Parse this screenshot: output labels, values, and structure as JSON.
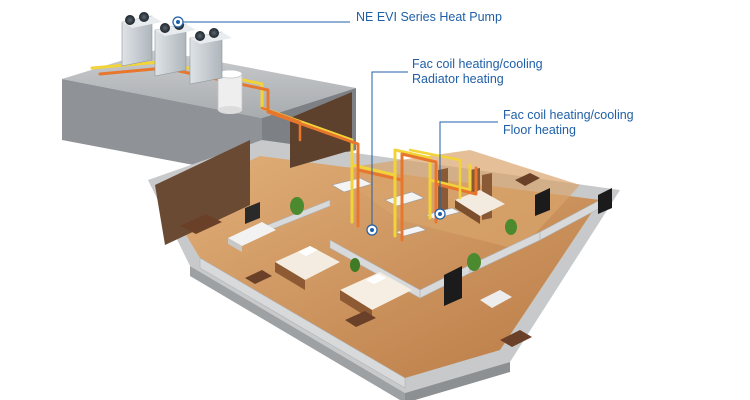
{
  "callouts": {
    "heat_pump": "NE EVI Series Heat Pump",
    "zone1_line1": "Fac coil heating/cooling",
    "zone1_line2": "Radiator heating",
    "zone2_line1": "Fac coil heating/cooling",
    "zone2_line2": "Floor heating"
  },
  "colors": {
    "callout_text": "#1f5fa8",
    "leader_line": "#1f5fa8",
    "hot_pipe": "#e8772e",
    "return_pipe": "#f2d43a",
    "wall": "#b7babc",
    "floor_wood": "#c98e5a",
    "wood_panel": "#6b4a33"
  },
  "icons": [
    "heat-pump-unit-icon",
    "water-tank-icon",
    "fan-coil-unit-icon",
    "callout-marker-icon",
    "sofa-icon",
    "bed-icon",
    "tv-icon",
    "plant-icon"
  ]
}
